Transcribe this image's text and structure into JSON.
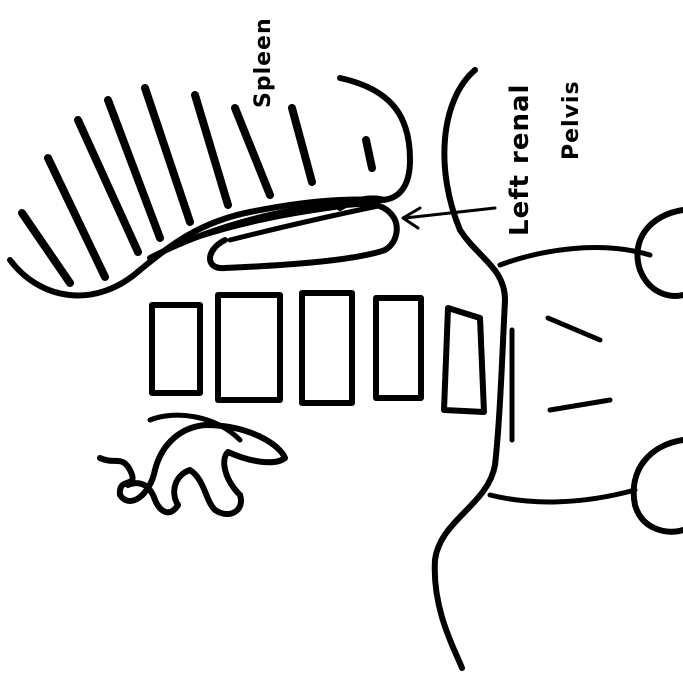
{
  "labels": {
    "spleen": "Spleen",
    "left_renal": "Left renal",
    "pelvis": "Pelvis"
  },
  "colors": {
    "ink": "#000000",
    "background": "#ffffff"
  }
}
